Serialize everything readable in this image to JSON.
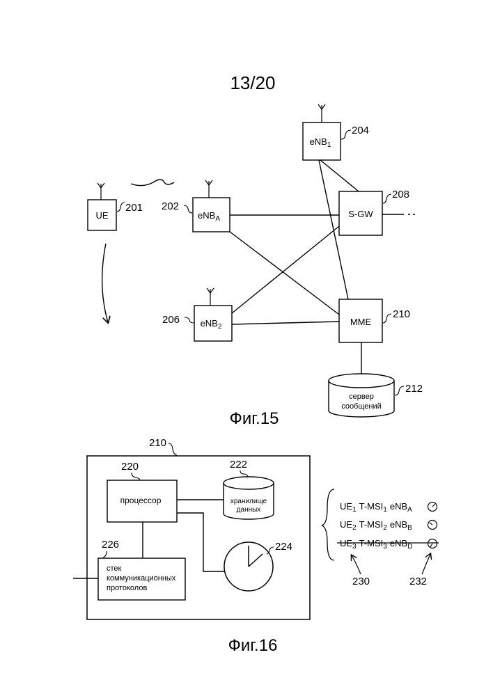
{
  "page_number": "13/20",
  "fig15": {
    "caption": "Фиг.15",
    "nodes": {
      "ue": {
        "label": "UE",
        "ref": "201"
      },
      "enba": {
        "label": "eNB",
        "sub": "A",
        "ref": "202"
      },
      "enb1": {
        "label": "eNB",
        "sub": "1",
        "ref": "204"
      },
      "enb2": {
        "label": "eNB",
        "sub": "2",
        "ref": "206"
      },
      "sgw": {
        "label": "S-GW",
        "ref": "208"
      },
      "mme": {
        "label": "MME",
        "ref": "210"
      },
      "server": {
        "line1": "сервер",
        "line2": "сообщений",
        "ref": "212"
      }
    }
  },
  "fig16": {
    "caption": "Фиг.16",
    "outer_ref": "210",
    "processor": {
      "label": "процессор",
      "ref": "220"
    },
    "storage": {
      "line1": "хранилище",
      "line2": "данных",
      "ref": "222"
    },
    "clock_ref": "224",
    "stack": {
      "line1": "стек",
      "line2": "коммуникационных",
      "line3": "протоколов",
      "ref": "226"
    },
    "table": {
      "rows": [
        {
          "ue": "UE",
          "ue_sub": "1",
          "tmsi": "T-MSI",
          "tmsi_sub": "1",
          "enb": "eNB",
          "enb_sub": "A",
          "struck": false
        },
        {
          "ue": "UE",
          "ue_sub": "2",
          "tmsi": "T-MSI",
          "tmsi_sub": "2",
          "enb": "eNB",
          "enb_sub": "B",
          "struck": false
        },
        {
          "ue": "UE",
          "ue_sub": "3",
          "tmsi": "T-MSI",
          "tmsi_sub": "3",
          "enb": "eNB",
          "enb_sub": "D",
          "struck": true
        }
      ],
      "ref_entries": "230",
      "ref_timers": "232"
    }
  }
}
